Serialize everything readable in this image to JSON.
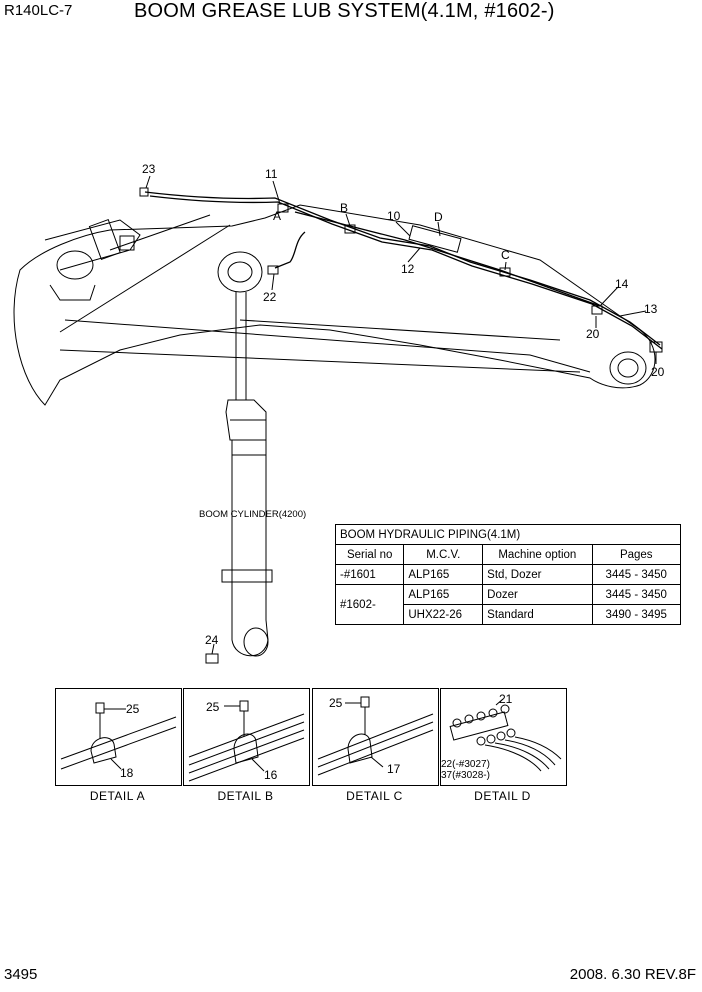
{
  "header": {
    "model": "R140LC-7",
    "title": "BOOM GREASE LUB SYSTEM(4.1M, #1602-)"
  },
  "callouts": {
    "c23": "23",
    "c11": "11",
    "cA": "A",
    "cB": "B",
    "c10": "10",
    "cD": "D",
    "c12": "12",
    "c22": "22",
    "cC": "C",
    "c14": "14",
    "c13": "13",
    "c20a": "20",
    "c20b": "20",
    "c24": "24"
  },
  "cylinder_label": "BOOM CYLINDER(4200)",
  "table": {
    "caption": "BOOM HYDRAULIC PIPING(4.1M)",
    "headers": [
      "Serial no",
      "M.C.V.",
      "Machine option",
      "Pages"
    ],
    "rows": [
      [
        "-#1601",
        "ALP165",
        "Std, Dozer",
        "3445 - 3450"
      ],
      [
        "#1602-",
        "ALP165",
        "Dozer",
        "3445 - 3450"
      ],
      [
        "",
        "UHX22-26",
        "Standard",
        "3490 - 3495"
      ]
    ]
  },
  "details": [
    {
      "caption": "DETAIL  A",
      "top_num": "25",
      "bottom_num": "18"
    },
    {
      "caption": "DETAIL  B",
      "top_num": "25",
      "bottom_num": "16"
    },
    {
      "caption": "DETAIL  C",
      "top_num": "25",
      "bottom_num": "17"
    },
    {
      "caption": "DETAIL  D",
      "top_num": "21",
      "note1": "22(-#3027)",
      "note2": "37(#3028-)"
    }
  ],
  "footer": {
    "page": "3495",
    "date_rev": "2008. 6.30  REV.8F"
  }
}
